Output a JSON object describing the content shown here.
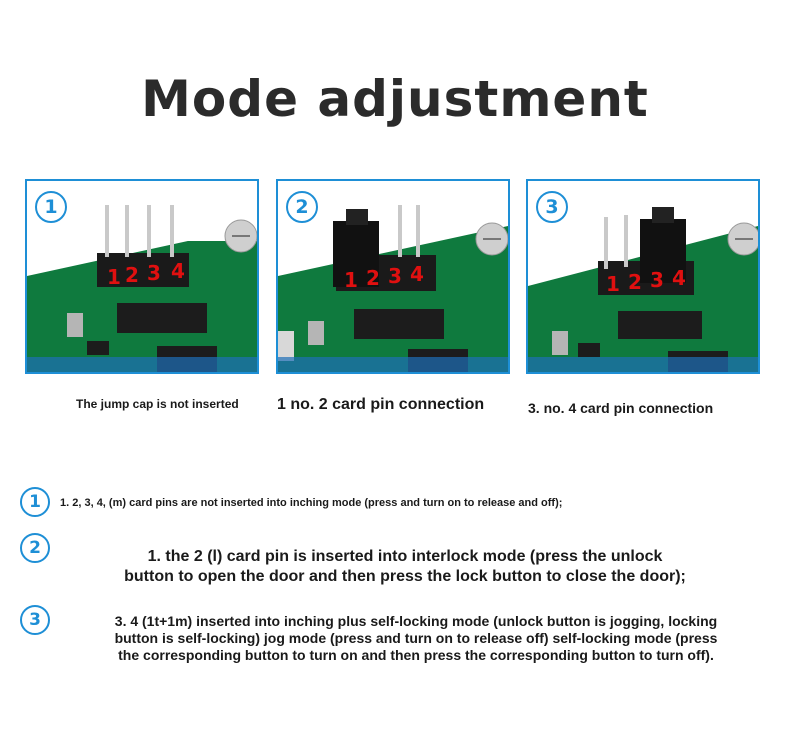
{
  "title": "Mode adjustment",
  "panels": [
    {
      "number": "1",
      "pins": [
        "1",
        "2",
        "3",
        "4"
      ],
      "caption": "The jump cap is not inserted"
    },
    {
      "number": "2",
      "pins": [
        "1",
        "2",
        "3",
        "4"
      ],
      "caption": "1 no. 2 card pin connection"
    },
    {
      "number": "3",
      "pins": [
        "1",
        "2",
        "3",
        "4"
      ],
      "caption": "3. no. 4 card pin connection"
    }
  ],
  "notes": [
    {
      "number": "1",
      "lines": [
        "1. 2, 3, 4, (m) card pins are not inserted into inching mode (press and turn on to release and off);"
      ]
    },
    {
      "number": "2",
      "lines": [
        "1. the 2 (l) card pin is inserted into interlock mode (press the unlock",
        "button to open the door and then press the lock button to close the door);"
      ]
    },
    {
      "number": "3",
      "lines": [
        "3. 4 (1t+1m) inserted into inching plus self-locking mode (unlock button is jogging, locking",
        "button is self-locking) jog mode (press and turn on to release off) self-locking mode (press",
        "the corresponding button to turn on and then press the corresponding button to turn off)."
      ]
    }
  ],
  "colors": {
    "accent": "#1e8fd6",
    "pcb": "#0f7a3e",
    "pin_label": "#e01010"
  }
}
